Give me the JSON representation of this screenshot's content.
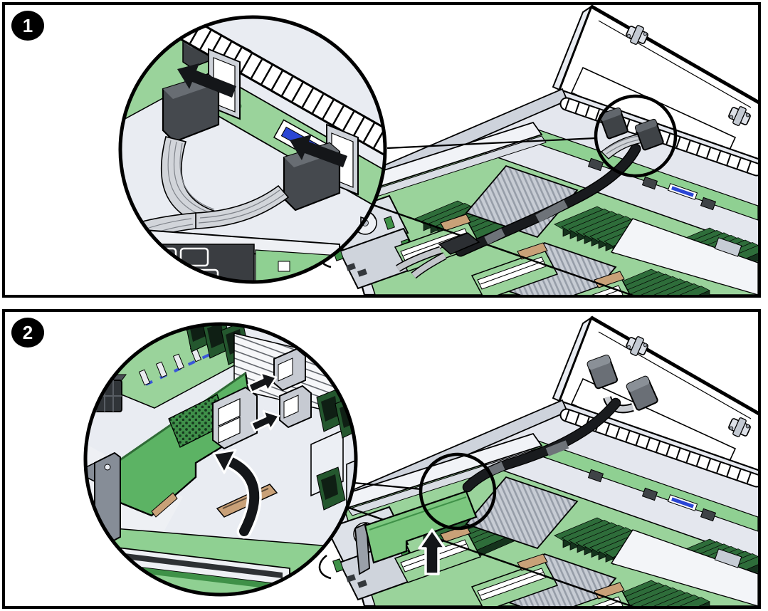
{
  "figure": {
    "kind": "server-service-procedure-illustration",
    "panels": [
      {
        "step": "1",
        "callout": "magnified-view-cable-connectors-disconnect",
        "arrows": [
          "disconnect-arrow-upper-left",
          "disconnect-arrow-lower-right"
        ],
        "highlight": "backplane-cable-connection-circle"
      },
      {
        "step": "2",
        "callout": "magnified-view-hba-card-removal",
        "arrows": [
          "cable-detach-arrow-upper",
          "cable-detach-arrow-lower",
          "rotate-up-arrow",
          "lift-up-arrow"
        ],
        "highlight": "hba-card-location-circle"
      }
    ]
  },
  "colors": {
    "outline": "#000000",
    "panel_background": "#ffffff",
    "pcb_light_green": "#9ad39b",
    "pcb_mid_green": "#5cb364",
    "pcb_band_green": "#8fd092",
    "dimm_dark_green": "#2e6d3a",
    "dimm_shadow_green": "#15331d",
    "chassis_gray": "#e4e7ee",
    "cover_white": "#ffffff",
    "connector_dark_gray": "#45494e",
    "connector_light_gray": "#cfd3da",
    "ribbon_gray": "#d2d5da",
    "heatsink_gray": "#c7ccd4",
    "slot_tan": "#c9a178",
    "slot_blue": "#2b46d4",
    "arrow_black": "#141619"
  }
}
